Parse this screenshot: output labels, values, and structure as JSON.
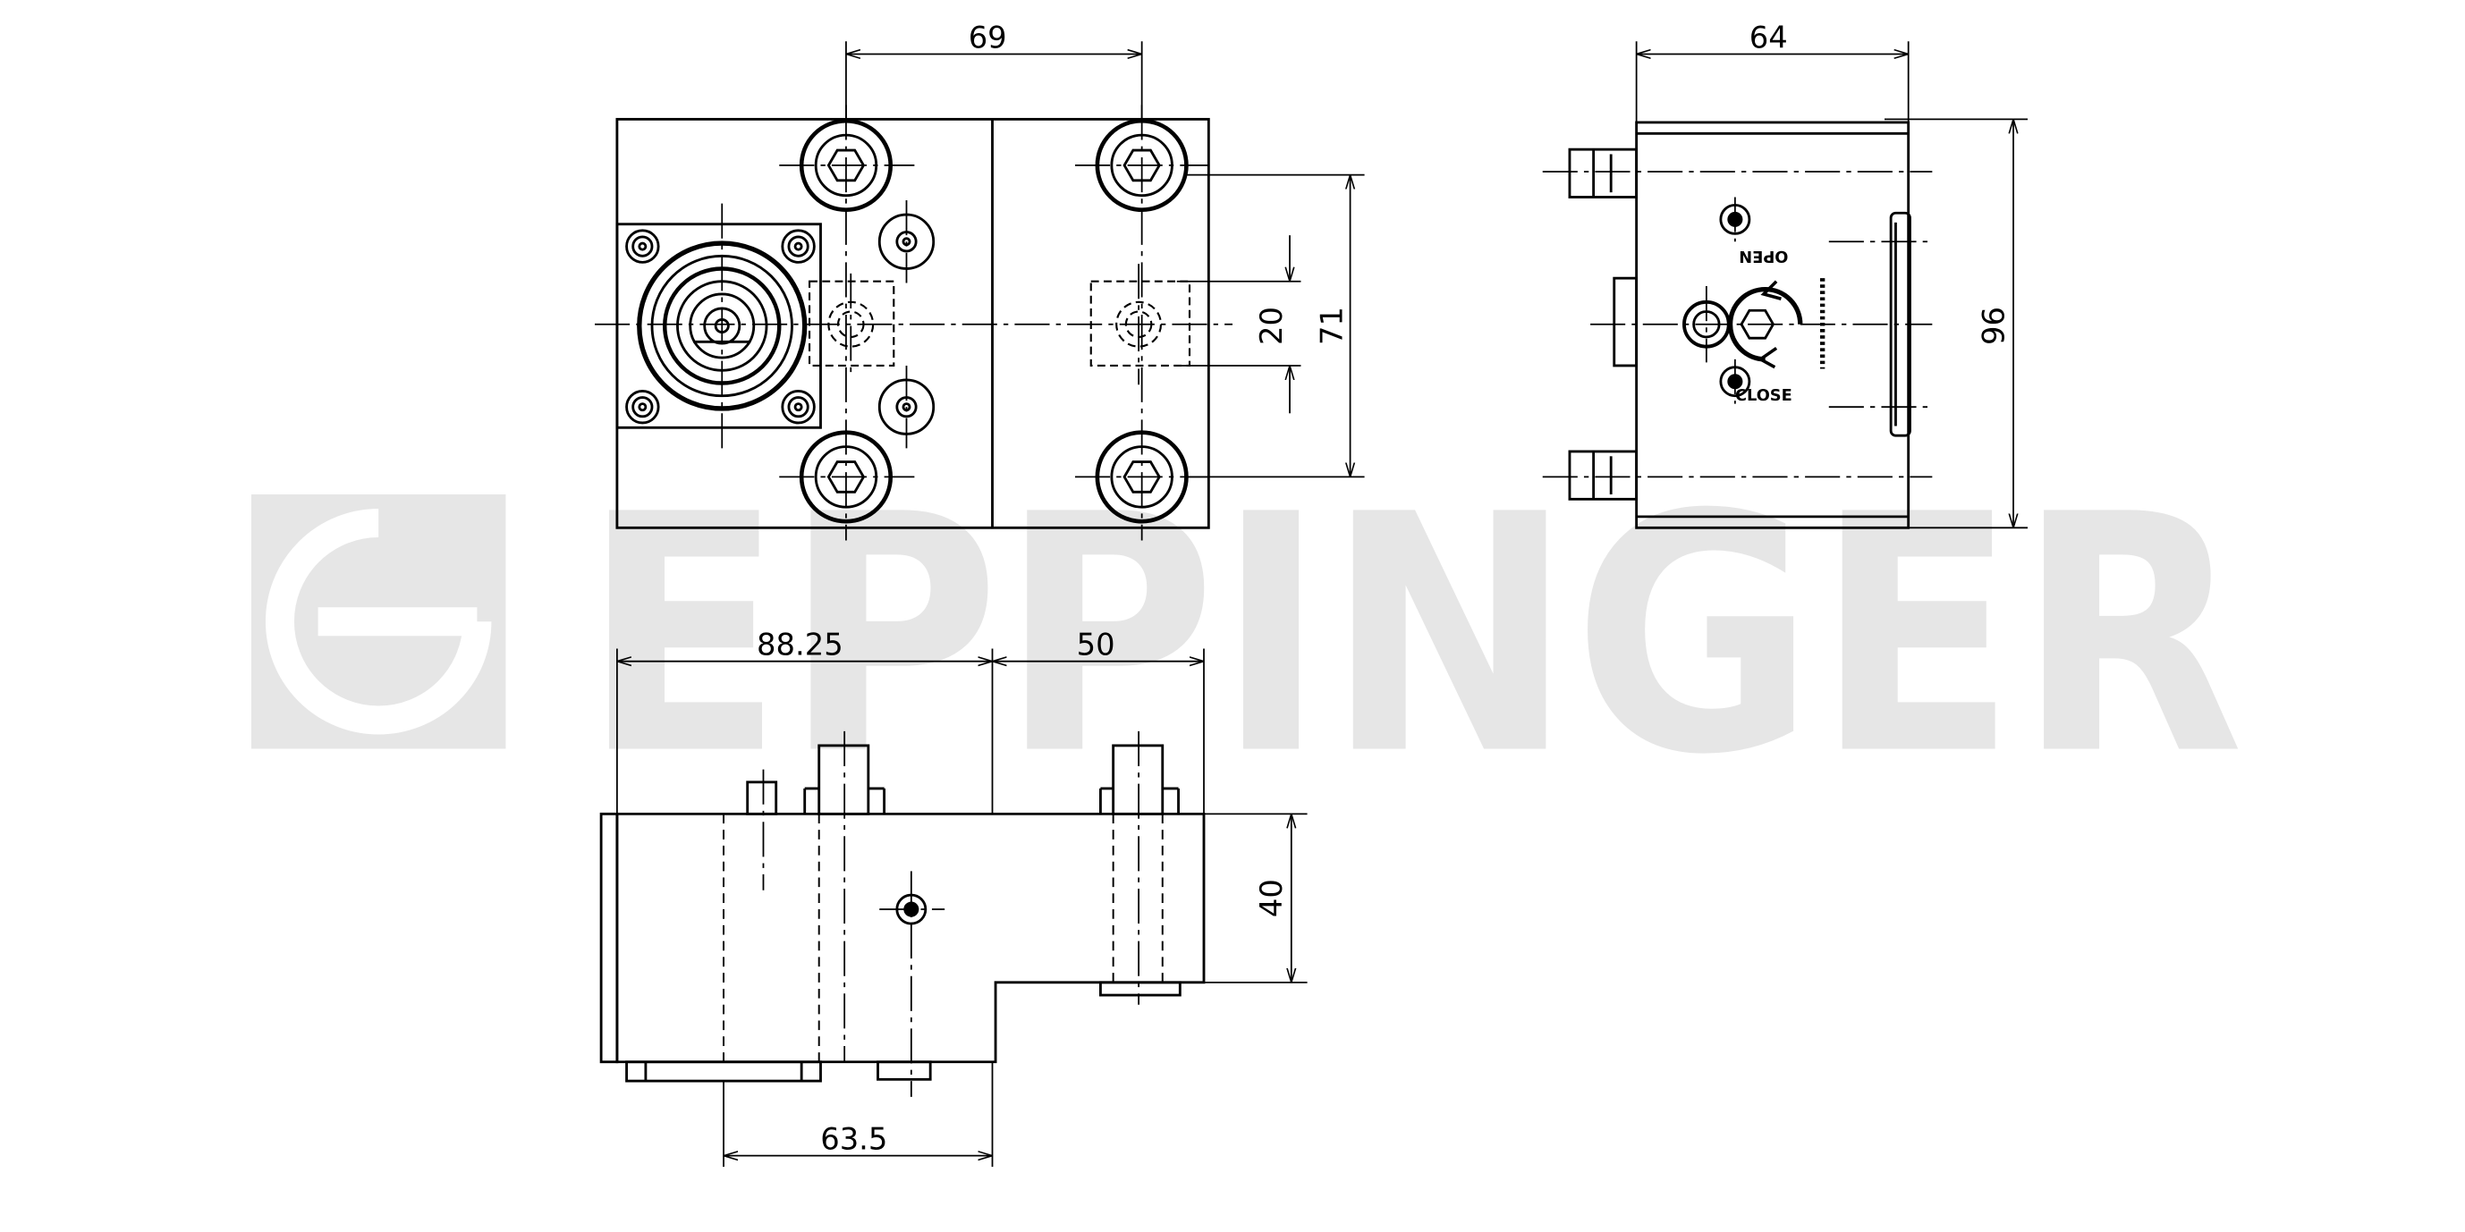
{
  "watermark": {
    "text": "EPPINGER",
    "color": "#e6e6e6"
  },
  "colors": {
    "line": "#000000",
    "background": "#ffffff"
  },
  "dimensions": {
    "front_width_holes": "69",
    "front_height_holes": "71",
    "front_height_center": "20",
    "side_width": "64",
    "side_height": "96",
    "top_left_length": "88.25",
    "top_right_length": "50",
    "top_height": "40",
    "top_bottom_length": "63.5"
  },
  "labels": {
    "open": "OPEN",
    "close": "CLOSE"
  }
}
